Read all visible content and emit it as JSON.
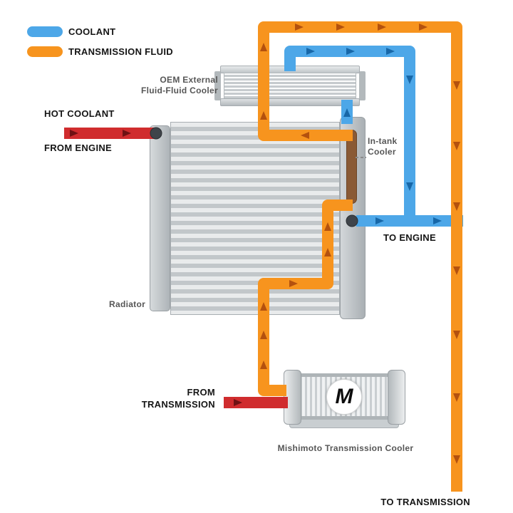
{
  "colors": {
    "coolant": "#4da7e8",
    "coolant_arrow": "#1767a8",
    "transmission_fluid": "#f7941e",
    "transmission_arrow": "#b4510e",
    "hot_inlet": "#d02c2e",
    "hot_inlet_arrow": "#6f1113",
    "in_tank_cooler": "#8a5a35",
    "port": "#3f444a"
  },
  "legend": {
    "items": [
      {
        "label": "COOLANT",
        "color": "#4da7e8"
      },
      {
        "label": "TRANSMISSION FLUID",
        "color": "#f7941e"
      }
    ]
  },
  "labels": {
    "hot_coolant_line1": "HOT COOLANT",
    "hot_coolant_line2": "FROM ENGINE",
    "oem_cooler_line1": "OEM External",
    "oem_cooler_line2": "Fluid-Fluid Cooler",
    "in_tank_line1": "In-tank",
    "in_tank_line2": "Cooler",
    "to_engine": "TO ENGINE",
    "radiator": "Radiator",
    "from_transmission_line1": "FROM",
    "from_transmission_line2": "TRANSMISSION",
    "mishimoto_cooler": "Mishimoto Transmission Cooler",
    "to_transmission": "TO TRANSMISSION"
  },
  "mishimoto_logo": "M"
}
